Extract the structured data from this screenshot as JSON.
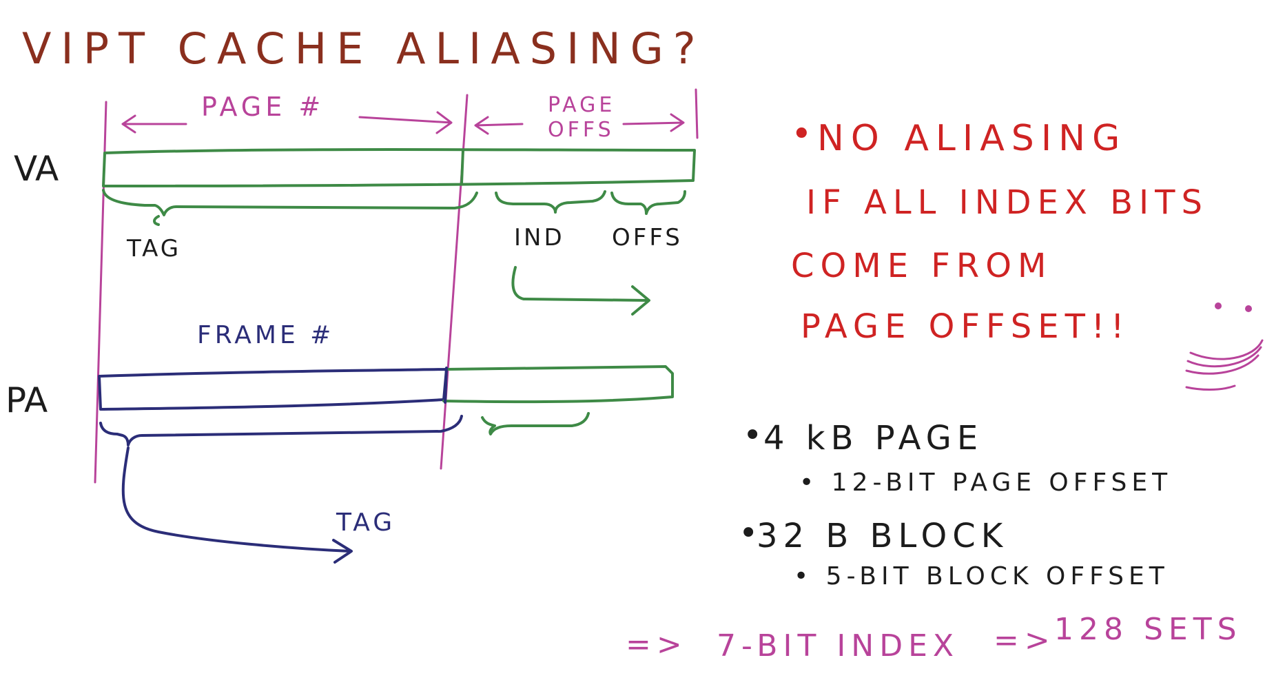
{
  "title": "VIPT CACHE ALIASING?",
  "diagram": {
    "va_label": "VA",
    "pa_label": "PA",
    "page_number_label": "PAGE #",
    "page_offset_label_line1": "PAGE",
    "page_offset_label_line2": "OFFS",
    "va_tag_label": "TAG",
    "index_label": "IND",
    "offset_label": "OFFS",
    "frame_number_label": "FRAME #",
    "pa_tag_label": "TAG"
  },
  "notes": {
    "no_aliasing": {
      "bullet": "•",
      "line1": "NO ALIASING",
      "line2": "IF ALL INDEX BITS",
      "line3": "COME FROM",
      "line4": "PAGE OFFSET!!"
    },
    "page_size": {
      "bullet": "•",
      "main": "4 kB PAGE",
      "sub": "• 12-BIT PAGE OFFSET"
    },
    "block_size": {
      "bullet": "•",
      "main": "32 B BLOCK",
      "sub": "• 5-BIT BLOCK OFFSET"
    },
    "conclusion": {
      "arrow": "=>",
      "index": "7-BIT INDEX",
      "arrow2": "=>",
      "sets": "128 SETS"
    }
  },
  "colors": {
    "title": "#8a2f1e",
    "note_red": "#cf2323",
    "magenta": "#b8439a",
    "green": "#3e8a46",
    "navy": "#2b2d78",
    "ink": "#1c1c1c"
  }
}
